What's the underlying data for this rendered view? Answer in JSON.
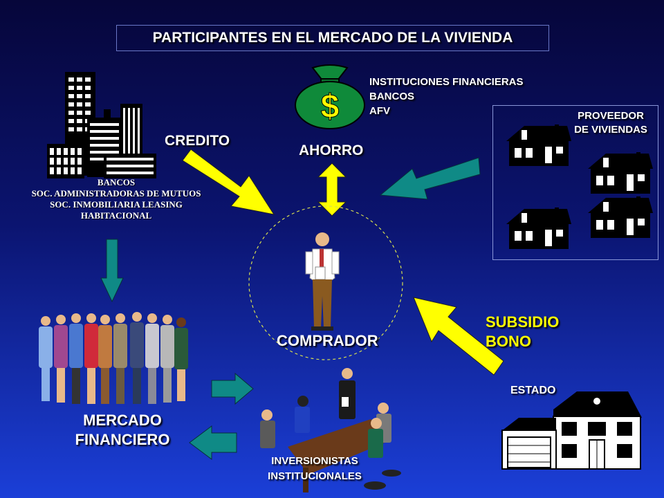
{
  "title": "PARTICIPANTES EN EL MERCADO DE LA VIVIENDA",
  "instituciones": [
    "INSTITUCIONES FINANCIERAS",
    "BANCOS",
    "AFV"
  ],
  "proveedor": [
    "PROVEEDOR",
    "DE VIVIENDAS"
  ],
  "credito": "CREDITO",
  "ahorro": "AHORRO",
  "bancos_block": [
    "BANCOS",
    "SOC. ADMINISTRADORAS DE MUTUOS",
    "SOC. INMOBILIARIA LEASING",
    "HABITACIONAL"
  ],
  "comprador": "COMPRADOR",
  "subsidio": [
    "SUBSIDIO",
    "BONO"
  ],
  "mercado": [
    "MERCADO",
    "FINANCIERO"
  ],
  "estado": "ESTADO",
  "inversionistas": [
    "INVERSIONISTAS",
    "INSTITUCIONALES"
  ],
  "colors": {
    "yellow_arrow": "#ffff00",
    "teal_arrow": "#0f8a86",
    "money_bag": "#0f8a3a",
    "background_top": "#06063a",
    "background_bottom": "#1b3fd8"
  }
}
